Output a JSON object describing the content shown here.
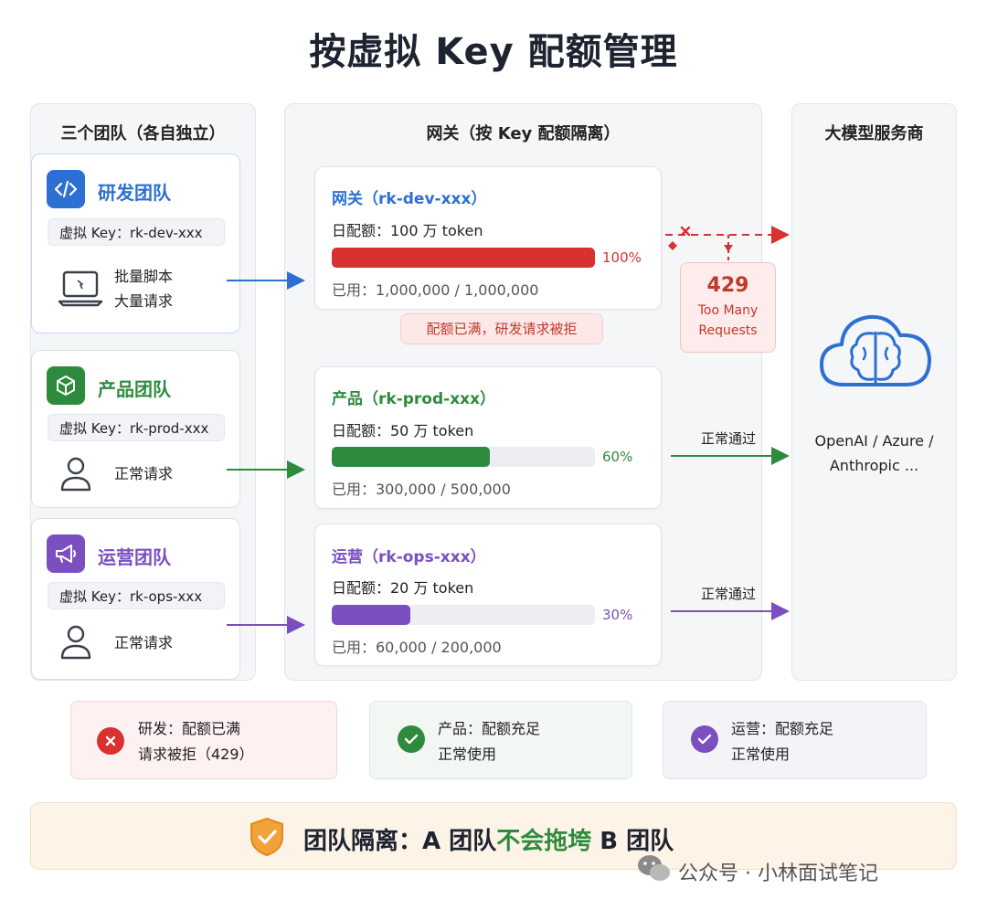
{
  "title": "按虚拟 Key 配额管理",
  "columns": {
    "teams": "三个团队（各自独立）",
    "gateway": "网关（按 Key 配额隔离）",
    "provider": "大模型服务商"
  },
  "teams": [
    {
      "name": "研发团队",
      "key_label": "虚拟 Key：rk-dev-xxx",
      "req_line1": "批量脚本",
      "req_line2": "大量请求",
      "color": "#2d6fd2",
      "icon": "code-icon",
      "req_icon": "laptop-icon"
    },
    {
      "name": "产品团队",
      "key_label": "虚拟 Key：rk-prod-xxx",
      "req_line1": "正常请求",
      "req_line2": "",
      "color": "#2e8b3e",
      "icon": "cube-icon",
      "req_icon": "user-icon"
    },
    {
      "name": "运营团队",
      "key_label": "虚拟 Key：rk-ops-xxx",
      "req_line1": "正常请求",
      "req_line2": "",
      "color": "#7b4fc0",
      "icon": "megaphone-icon",
      "req_icon": "user-icon"
    }
  ],
  "gateways": [
    {
      "name": "网关（rk-dev-xxx）",
      "quota": "日配额：100 万 token",
      "percent": 100,
      "percent_label": "100%",
      "used": "已用：1,000,000 / 1,000,000",
      "color": "#d93030",
      "name_color": "#2d6fd2"
    },
    {
      "name": "产品（rk-prod-xxx）",
      "quota": "日配额：50 万 token",
      "percent": 60,
      "percent_label": "60%",
      "used": "已用：300,000 / 500,000",
      "color": "#2e8b3e",
      "name_color": "#2e8b3e"
    },
    {
      "name": "运营（rk-ops-xxx）",
      "quota": "日配额：20 万 token",
      "percent": 30,
      "percent_label": "30%",
      "used": "已用：60,000 / 200,000",
      "color": "#7b4fc0",
      "name_color": "#7b4fc0"
    }
  ],
  "reject_note": "配额已满，研发请求被拒",
  "error": {
    "code": "429",
    "line1": "Too Many",
    "line2": "Requests"
  },
  "pass_labels": [
    "正常通过",
    "正常通过"
  ],
  "provider": {
    "line1": "OpenAI / Azure /",
    "line2": "Anthropic ...",
    "icon": "cloud-brain-icon"
  },
  "status": [
    {
      "line1": "研发：配额已满",
      "line2": "请求被拒（429）",
      "icon": "x-circle-icon",
      "color": "#d93030"
    },
    {
      "line1": "产品：配额充足",
      "line2": "正常使用",
      "icon": "check-circle-icon",
      "color": "#2e8b3e"
    },
    {
      "line1": "运营：配额充足",
      "line2": "正常使用",
      "icon": "check-circle-icon",
      "color": "#7b4fc0"
    }
  ],
  "banner": {
    "part1": "团队隔离：A 团队",
    "emph": "不会拖垮",
    "part2": " B 团队"
  },
  "watermark": "公众号 · 小林面试笔记"
}
